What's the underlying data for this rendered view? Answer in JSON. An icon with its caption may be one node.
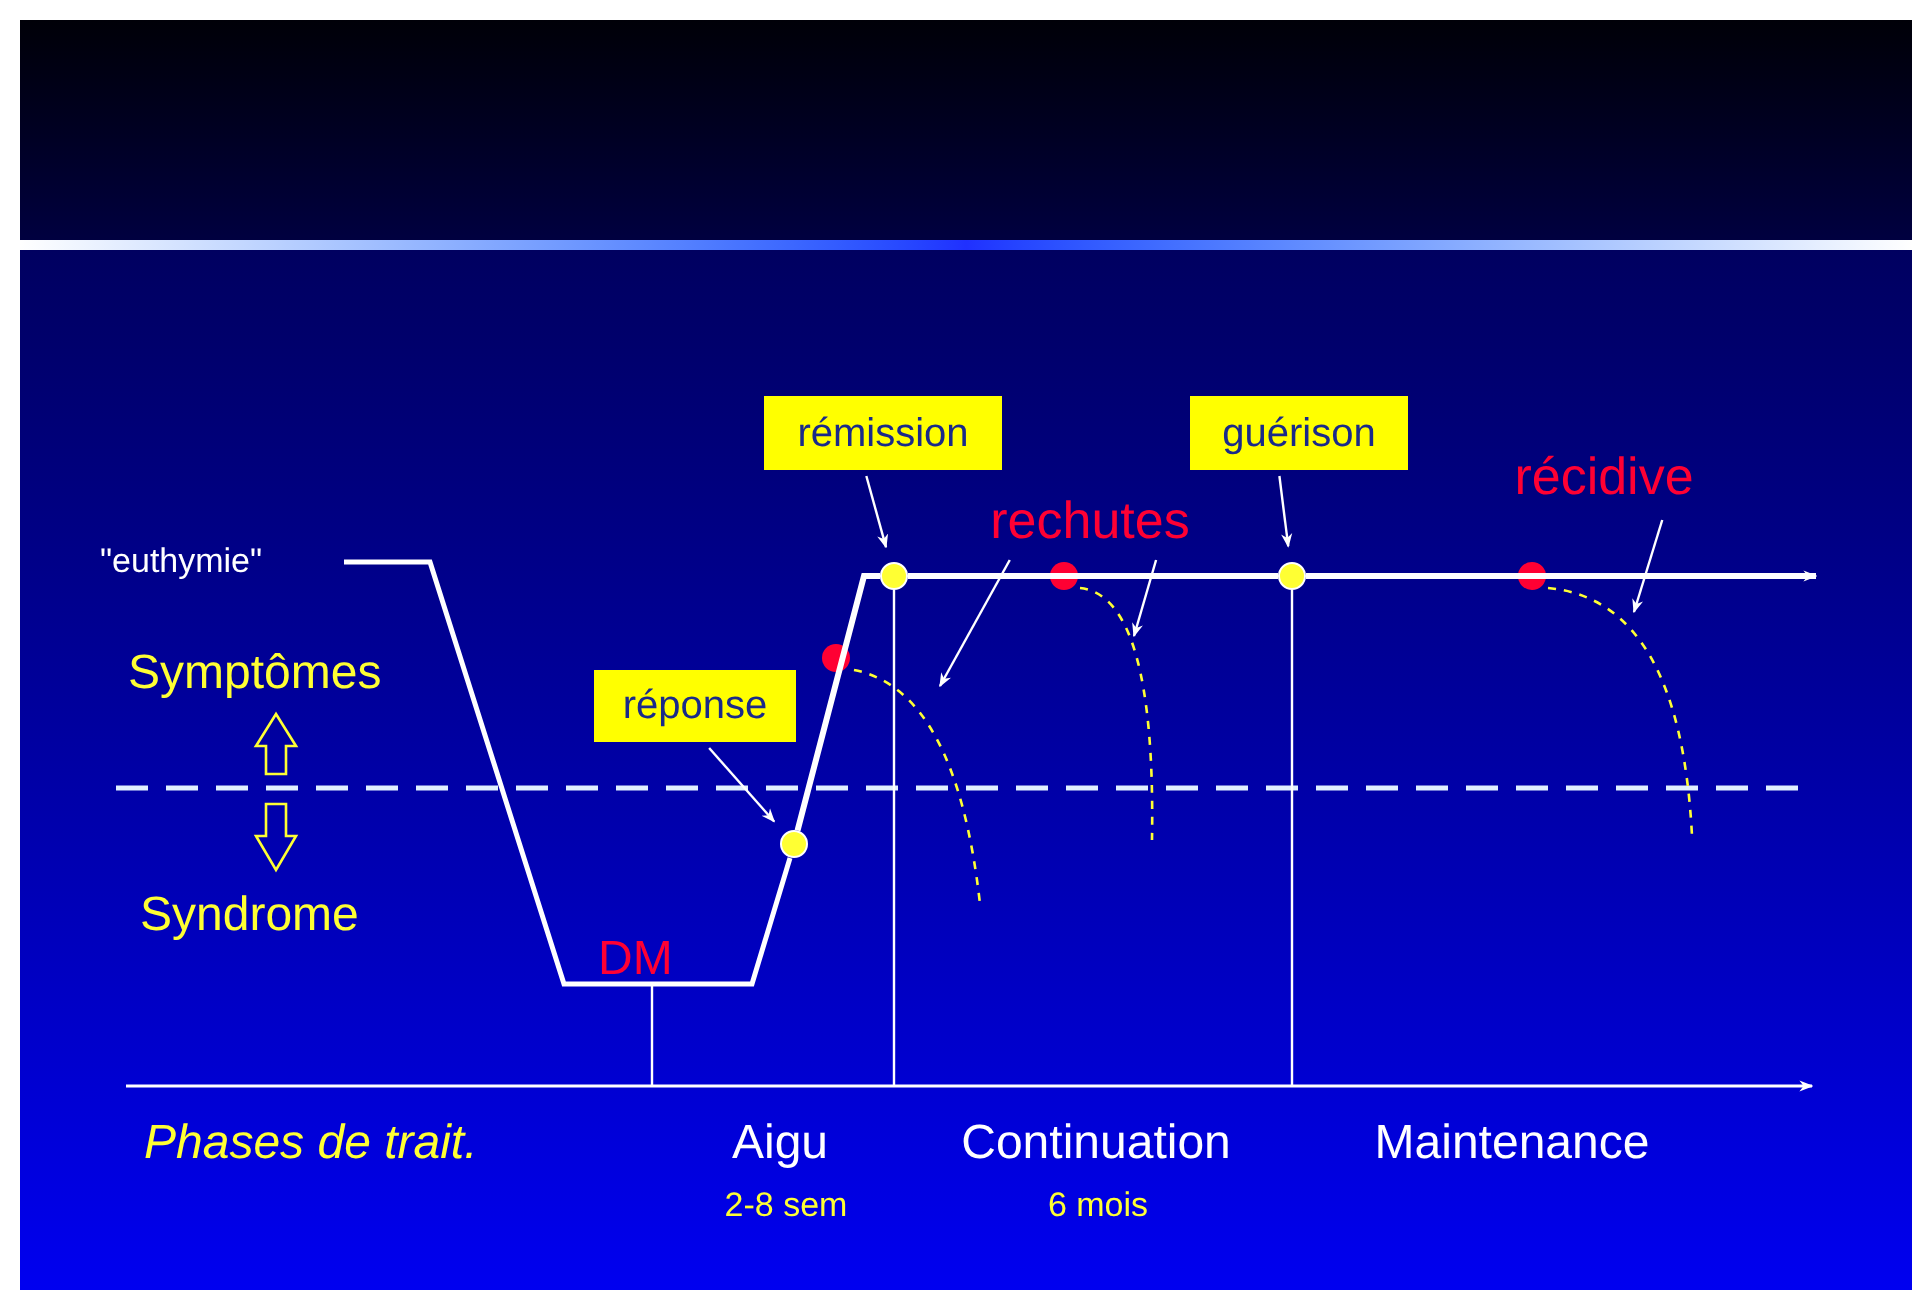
{
  "diagram": {
    "nodes": [
      {
        "text": [
          "rémission"
        ]
      },
      {
        "text": [
          "guérison"
        ]
      },
      {
        "text": [
          "rechutes"
        ]
      },
      {
        "text": [
          "récidive"
        ]
      },
      {
        "text": [
          "réponse"
        ]
      },
      {
        "text": [],
        "shape": "circle"
      },
      {
        "text": [],
        "shape": "circle"
      },
      {
        "text": [],
        "shape": "circle"
      }
    ],
    "edges": [
      {
        "from": 4,
        "to": 5,
        "arrow": "to"
      },
      {
        "from": 0,
        "to": 6,
        "arrow": "to"
      },
      {
        "from": 1,
        "to": 7,
        "arrow": "to"
      },
      {
        "from": 2,
        "to": null,
        "arrow": "to"
      },
      {
        "from": 2,
        "to": null,
        "arrow": "to"
      },
      {
        "from": 3,
        "to": null,
        "arrow": "to"
      },
      {
        "from": 5,
        "to": 6,
        "arrow": "none",
        "style": "thick"
      },
      {
        "from": 6,
        "to": 7,
        "arrow": "none",
        "style": "thick"
      },
      {
        "from": 7,
        "to": null,
        "arrow": "to",
        "style": "thick"
      }
    ],
    "labels": [
      "\"euthymie\"",
      "Symptômes",
      "Syndrome",
      "DM",
      "Phases de trait.",
      "Aigu",
      "Continuation",
      "Maintenance",
      "2-8 sem",
      "6 mois"
    ]
  }
}
